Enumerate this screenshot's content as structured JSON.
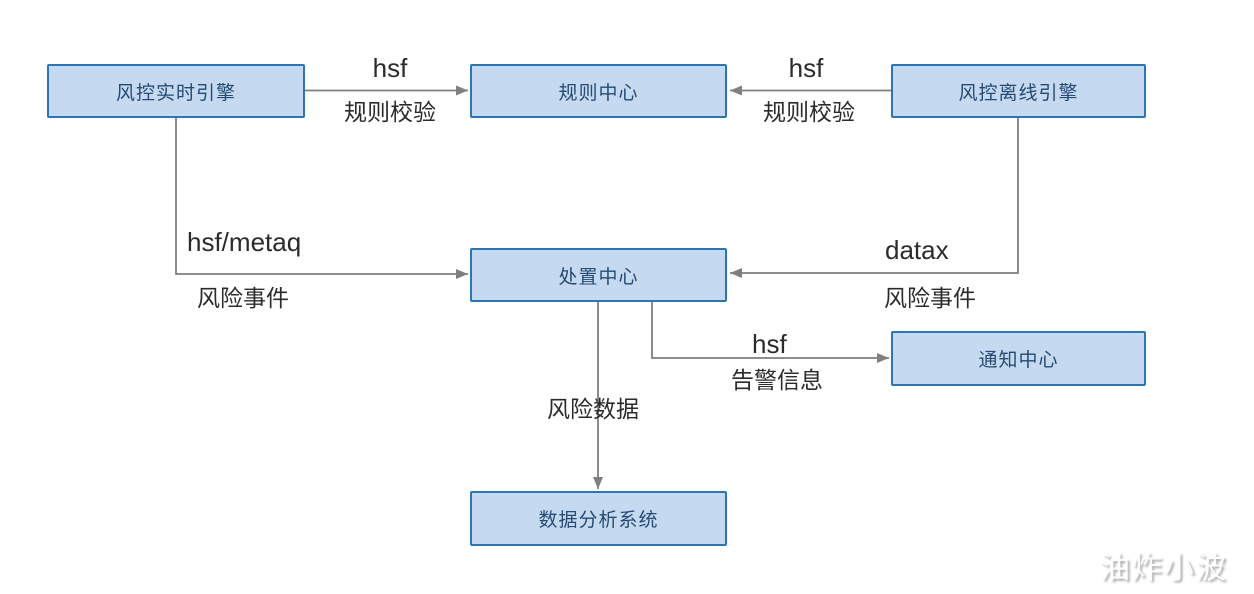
{
  "diagram": {
    "background": "#FFFFFF",
    "watermark": "油炸小波",
    "colors": {
      "node_fill": "#C5DAF0",
      "node_border": "#2E75B6",
      "node_text": "#264A73",
      "connector": "#7F7F7F",
      "edge_label_text": "#2B2B2B"
    },
    "nodes": [
      {
        "id": "realtime-engine",
        "label": "风控实时引擎"
      },
      {
        "id": "rule-center",
        "label": "规则中心"
      },
      {
        "id": "offline-engine",
        "label": "风控离线引擎"
      },
      {
        "id": "disposal-center",
        "label": "处置中心"
      },
      {
        "id": "notification-center",
        "label": "通知中心"
      },
      {
        "id": "data-analysis-system",
        "label": "数据分析系统"
      }
    ],
    "edges": [
      {
        "from": "realtime-engine",
        "to": "rule-center",
        "protocol": "hsf",
        "label": "规则校验"
      },
      {
        "from": "offline-engine",
        "to": "rule-center",
        "protocol": "hsf",
        "label": "规则校验"
      },
      {
        "from": "realtime-engine",
        "to": "disposal-center",
        "protocol": "hsf/metaq",
        "label": "风险事件"
      },
      {
        "from": "offline-engine",
        "to": "disposal-center",
        "protocol": "datax",
        "label": "风险事件"
      },
      {
        "from": "disposal-center",
        "to": "notification-center",
        "protocol": "hsf",
        "label": "告警信息"
      },
      {
        "from": "disposal-center",
        "to": "data-analysis-system",
        "protocol": "",
        "label": "风险数据"
      }
    ]
  }
}
